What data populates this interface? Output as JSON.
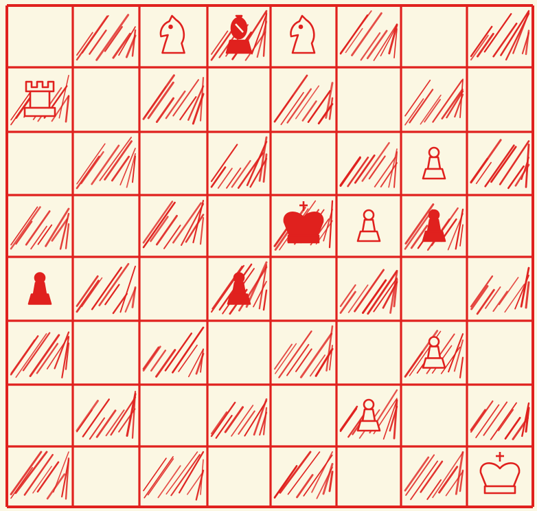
{
  "board": {
    "files": 8,
    "ranks": 8,
    "ink_color": "#e0211e",
    "paper_color": "#fbf7e3",
    "hatched_squares": "dark",
    "pieces": [
      {
        "row": 0,
        "col": 2,
        "piece": "knight",
        "side": "white"
      },
      {
        "row": 0,
        "col": 3,
        "piece": "bishop",
        "side": "black"
      },
      {
        "row": 0,
        "col": 4,
        "piece": "knight",
        "side": "white"
      },
      {
        "row": 1,
        "col": 0,
        "piece": "rook",
        "side": "white"
      },
      {
        "row": 2,
        "col": 6,
        "piece": "pawn",
        "side": "white"
      },
      {
        "row": 3,
        "col": 4,
        "piece": "king",
        "side": "black"
      },
      {
        "row": 3,
        "col": 5,
        "piece": "pawn",
        "side": "white"
      },
      {
        "row": 3,
        "col": 6,
        "piece": "pawn",
        "side": "black"
      },
      {
        "row": 4,
        "col": 0,
        "piece": "pawn",
        "side": "black"
      },
      {
        "row": 4,
        "col": 3,
        "piece": "pawn",
        "side": "black"
      },
      {
        "row": 5,
        "col": 6,
        "piece": "pawn",
        "side": "white"
      },
      {
        "row": 6,
        "col": 5,
        "piece": "pawn",
        "side": "white"
      },
      {
        "row": 7,
        "col": 7,
        "piece": "king",
        "side": "white"
      }
    ]
  }
}
